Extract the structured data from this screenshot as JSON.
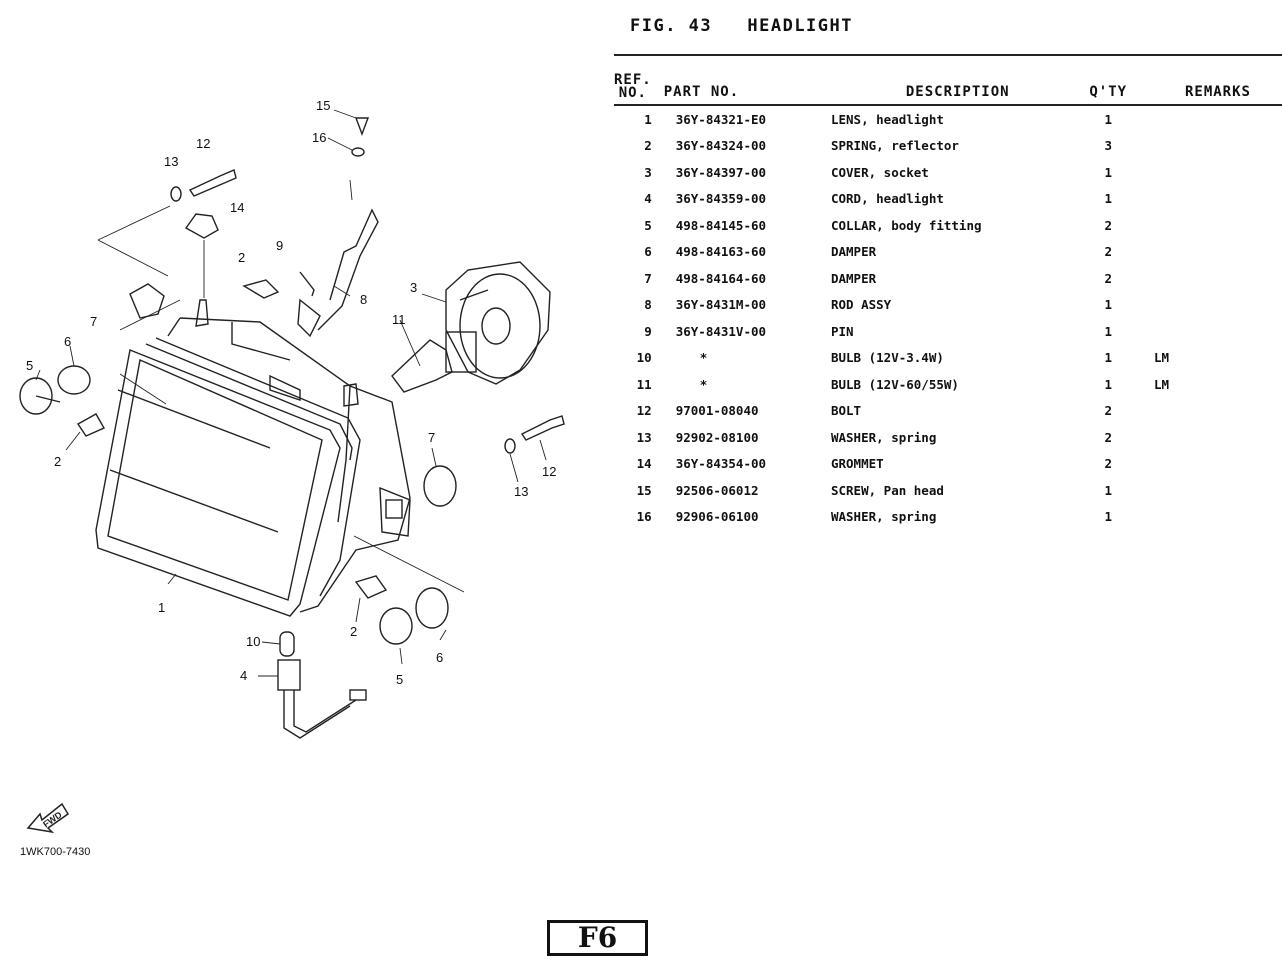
{
  "header": {
    "fig_label": "FIG. 43",
    "title": "HEADLIGHT"
  },
  "columns": {
    "ref_line1": "REF.",
    "ref_line2": "NO.",
    "part_no": "PART NO.",
    "description": "DESCRIPTION",
    "qty": "Q'TY",
    "remarks": "REMARKS"
  },
  "parts": [
    {
      "ref": "1",
      "part_no": "36Y-84321-E0",
      "description": "LENS, headlight",
      "qty": "1",
      "remarks": ""
    },
    {
      "ref": "2",
      "part_no": "36Y-84324-00",
      "description": "SPRING, reflector",
      "qty": "3",
      "remarks": ""
    },
    {
      "ref": "3",
      "part_no": "36Y-84397-00",
      "description": "COVER, socket",
      "qty": "1",
      "remarks": ""
    },
    {
      "ref": "4",
      "part_no": "36Y-84359-00",
      "description": "CORD, headlight",
      "qty": "1",
      "remarks": ""
    },
    {
      "ref": "5",
      "part_no": "498-84145-60",
      "description": "COLLAR, body fitting",
      "qty": "2",
      "remarks": ""
    },
    {
      "ref": "6",
      "part_no": "498-84163-60",
      "description": "DAMPER",
      "qty": "2",
      "remarks": ""
    },
    {
      "ref": "7",
      "part_no": "498-84164-60",
      "description": "DAMPER",
      "qty": "2",
      "remarks": ""
    },
    {
      "ref": "8",
      "part_no": "36Y-8431M-00",
      "description": "ROD ASSY",
      "qty": "1",
      "remarks": ""
    },
    {
      "ref": "9",
      "part_no": "36Y-8431V-00",
      "description": "PIN",
      "qty": "1",
      "remarks": ""
    },
    {
      "ref": "10",
      "part_no": "*",
      "description": "BULB (12V-3.4W)",
      "qty": "1",
      "remarks": "LM"
    },
    {
      "ref": "11",
      "part_no": "*",
      "description": "BULB (12V-60/55W)",
      "qty": "1",
      "remarks": "LM"
    },
    {
      "ref": "12",
      "part_no": "97001-08040",
      "description": "BOLT",
      "qty": "2",
      "remarks": ""
    },
    {
      "ref": "13",
      "part_no": "92902-08100",
      "description": "WASHER, spring",
      "qty": "2",
      "remarks": ""
    },
    {
      "ref": "14",
      "part_no": "36Y-84354-00",
      "description": "GROMMET",
      "qty": "2",
      "remarks": ""
    },
    {
      "ref": "15",
      "part_no": "92506-06012",
      "description": "SCREW, Pan head",
      "qty": "1",
      "remarks": ""
    },
    {
      "ref": "16",
      "part_no": "92906-06100",
      "description": "WASHER, spring",
      "qty": "1",
      "remarks": ""
    }
  ],
  "diagram": {
    "callouts": {
      "c1": "1",
      "c2a": "2",
      "c2b": "2",
      "c2c": "2",
      "c3": "3",
      "c4": "4",
      "c5a": "5",
      "c5b": "5",
      "c6a": "6",
      "c6b": "6",
      "c7a": "7",
      "c7b": "7",
      "c8": "8",
      "c9": "9",
      "c10": "10",
      "c11": "11",
      "c12a": "12",
      "c12b": "12",
      "c13a": "13",
      "c13b": "13",
      "c14": "14",
      "c15": "15",
      "c16": "16"
    },
    "forward_icon_text": "FWD"
  },
  "footer": {
    "doc_code": "1WK700-7430",
    "page_tag": "F6"
  }
}
